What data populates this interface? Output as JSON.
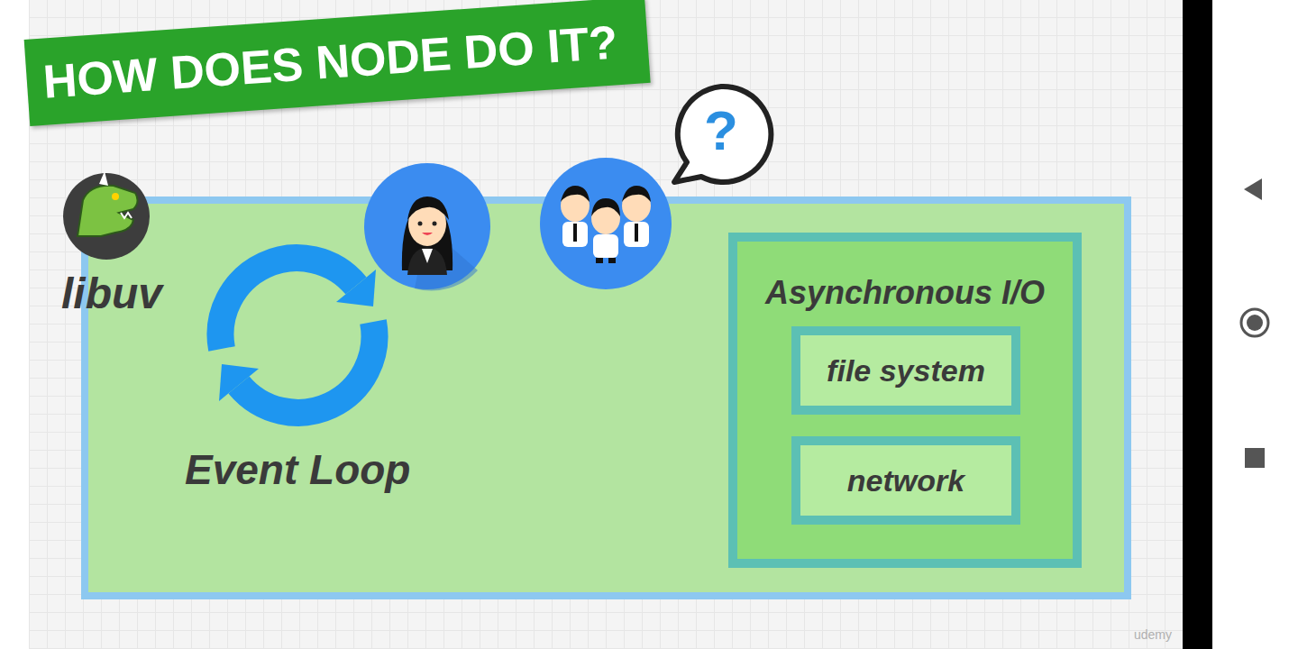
{
  "diagram": {
    "title": "HOW DOES NODE DO IT?",
    "nodes": [
      {
        "text": [
          "libuv"
        ]
      },
      {
        "text": [
          "Asynchronous I/O"
        ],
        "in": 0
      },
      {
        "text": [
          "file system"
        ],
        "in": 1
      },
      {
        "text": [
          "network"
        ],
        "in": 1
      }
    ],
    "labels": [
      "Event Loop",
      "?",
      "udemy"
    ]
  }
}
